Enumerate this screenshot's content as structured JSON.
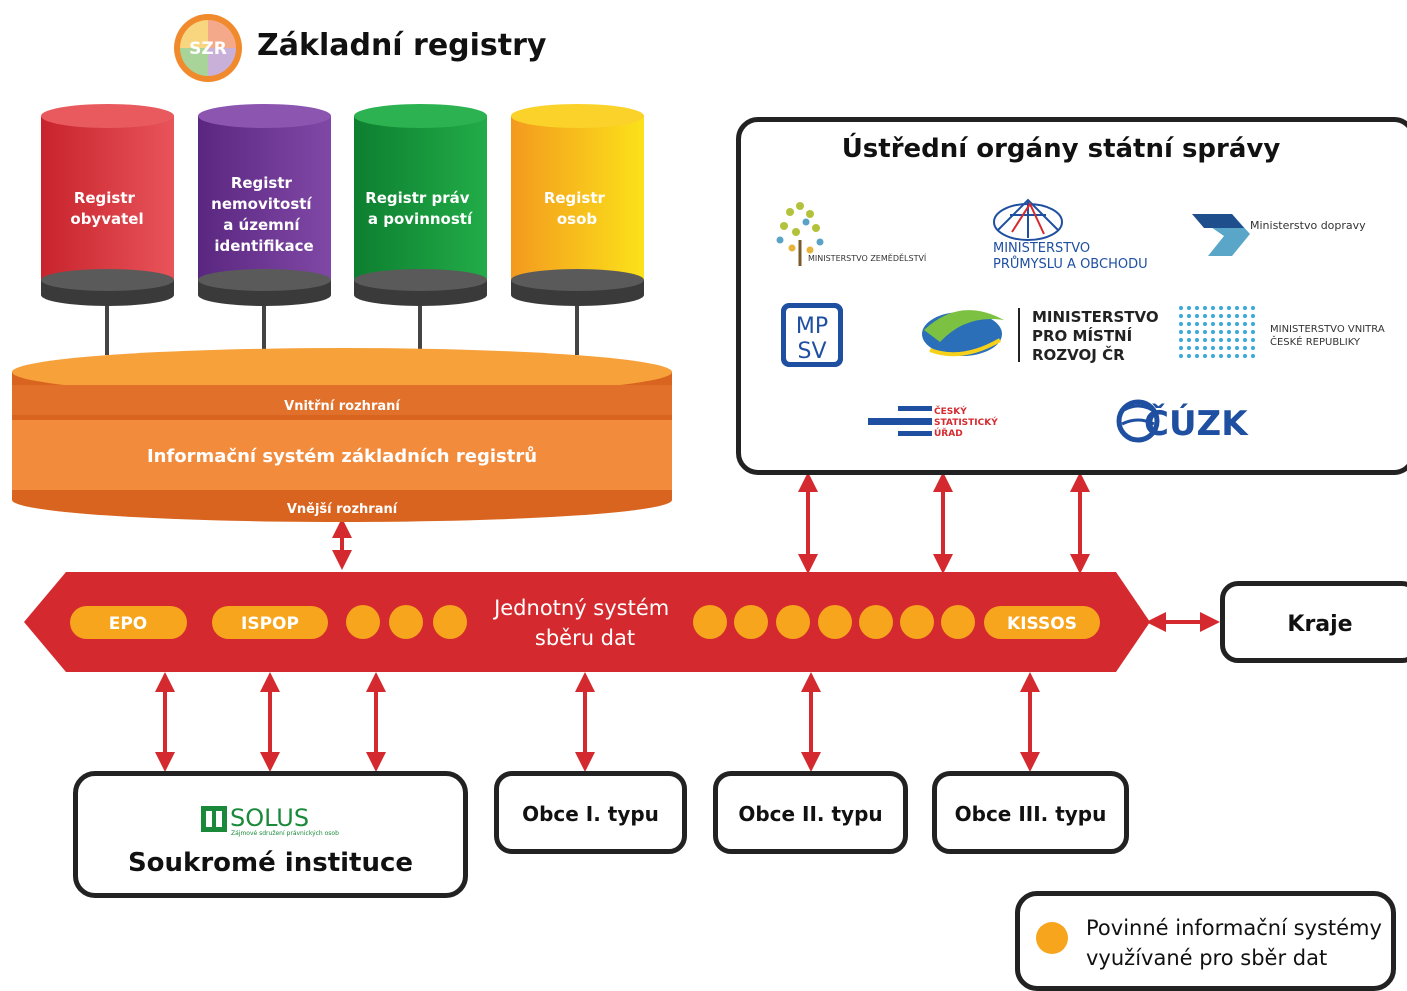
{
  "header": {
    "logo_text": "SZR",
    "title": "Základní registry"
  },
  "registries": [
    {
      "label_lines": [
        "Registr",
        "obyvatel"
      ],
      "color": "#d9343d"
    },
    {
      "label_lines": [
        "Registr",
        "nemovitostí",
        "a územní",
        "identifikace"
      ],
      "color": "#6a2f8f"
    },
    {
      "label_lines": [
        "Registr práv",
        "a povinností"
      ],
      "color": "#119a3b"
    },
    {
      "label_lines": [
        "Registr",
        "osob"
      ],
      "color": "#f7b713"
    }
  ],
  "isr": {
    "inner_label": "Vnitřní rozhraní",
    "title": "Informační systém základních registrů",
    "outer_label": "Vnější rozhraní",
    "color": "#f08a2c"
  },
  "central": {
    "title": "Ústřední orgány státní správy",
    "logos": {
      "mze": "MINISTERSTVO ZEMĚDĚLSTVÍ",
      "mpo_1": "MINISTERSTVO",
      "mpo_2": "PRŮMYSLU A OBCHODU",
      "mdcr": "Ministerstvo dopravy",
      "mpsv_1": "MP",
      "mpsv_2": "SV",
      "mmr_1": "MINISTERSTVO",
      "mmr_2": "PRO MÍSTNÍ",
      "mmr_3": "ROZVOJ ČR",
      "mvcr_1": "MINISTERSTVO VNITRA",
      "mvcr_2": "ČESKÉ REPUBLIKY",
      "csu_1": "ČESKÝ",
      "csu_2": "STATISTICKÝ",
      "csu_3": "ÚŘAD",
      "cuzk": "ČÚZK"
    }
  },
  "jssd": {
    "title_1": "Jednotný systém",
    "title_2": "sběru dat",
    "pills": [
      "EPO",
      "ISPOP",
      "KISSOS"
    ],
    "color": "#d42a2f",
    "dot_color": "#f7a51c"
  },
  "kraje": "Kraje",
  "private": {
    "logo": "SOLUS",
    "logo_sub": "Zájmové sdružení právnických osob",
    "label": "Soukromé instituce"
  },
  "obce": [
    "Obce I. typu",
    "Obce II. typu",
    "Obce III. typu"
  ],
  "legend": {
    "line_1": "Povinné informační systémy",
    "line_2": "využívané pro sběr dat"
  }
}
